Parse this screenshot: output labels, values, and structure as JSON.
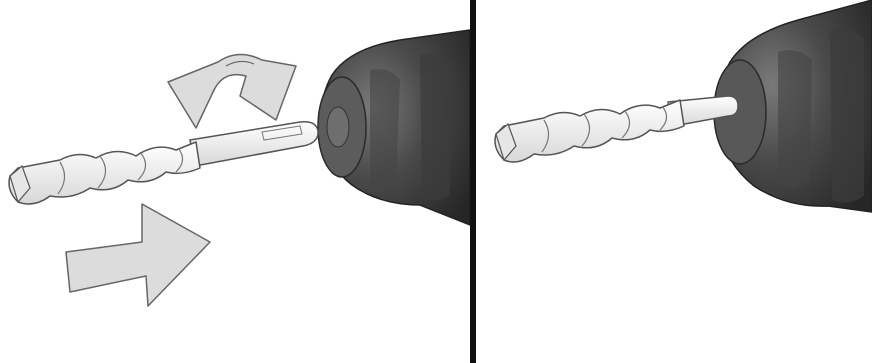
{
  "figure": {
    "panels": [
      {
        "step": "insert-bit",
        "shows": [
          "rotate-arrow",
          "push-arrow",
          "drill-bit",
          "chuck"
        ]
      },
      {
        "step": "bit-inserted",
        "shows": [
          "drill-bit",
          "chuck"
        ]
      }
    ],
    "colors": {
      "background": "#ffffff",
      "divider": "#111111",
      "chuck_dark": "#3a3a3a",
      "chuck_mid": "#555555",
      "bit_fill": "#f2f2f2",
      "arrow_fill": "#dcdcdc",
      "outline": "#555555"
    }
  }
}
